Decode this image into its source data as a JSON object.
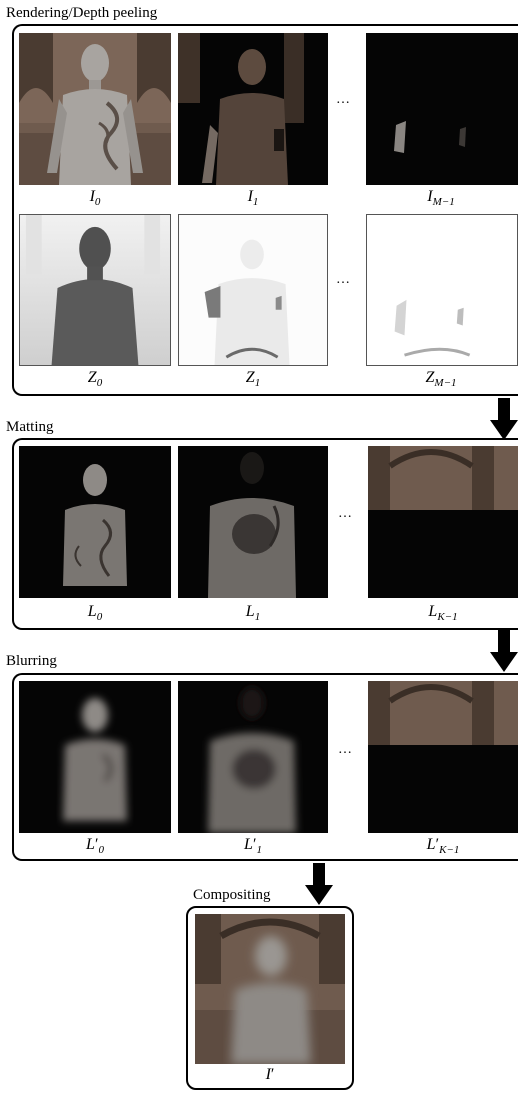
{
  "stages": {
    "rendering": {
      "title": "Rendering/Depth peeling",
      "color_row": [
        {
          "base": "I",
          "sub": "0"
        },
        {
          "base": "I",
          "sub": "1"
        },
        {
          "base": "I",
          "sub": "M−1"
        }
      ],
      "depth_row": [
        {
          "base": "Z",
          "sub": "0"
        },
        {
          "base": "Z",
          "sub": "1"
        },
        {
          "base": "Z",
          "sub": "M−1"
        }
      ]
    },
    "matting": {
      "title": "Matting",
      "row": [
        {
          "base": "L",
          "sub": "0"
        },
        {
          "base": "L",
          "sub": "1"
        },
        {
          "base": "L",
          "sub": "K−1"
        }
      ]
    },
    "blurring": {
      "title": "Blurring",
      "row": [
        {
          "base": "L",
          "prime": "′",
          "sub": "0"
        },
        {
          "base": "L",
          "prime": "′",
          "sub": "1"
        },
        {
          "base": "L",
          "prime": "′",
          "sub": "K−1"
        }
      ]
    },
    "compositing": {
      "title": "Compositing",
      "result": {
        "base": "I",
        "prime": "′"
      }
    }
  },
  "ellipsis": "…",
  "colors": {
    "stone": "#6f5b4e",
    "arch": "#4a3b31",
    "figure": "#a8a4a0",
    "background_dark": "#050505",
    "depth_light": "#f3f3f3",
    "depth_dark": "#505050"
  }
}
